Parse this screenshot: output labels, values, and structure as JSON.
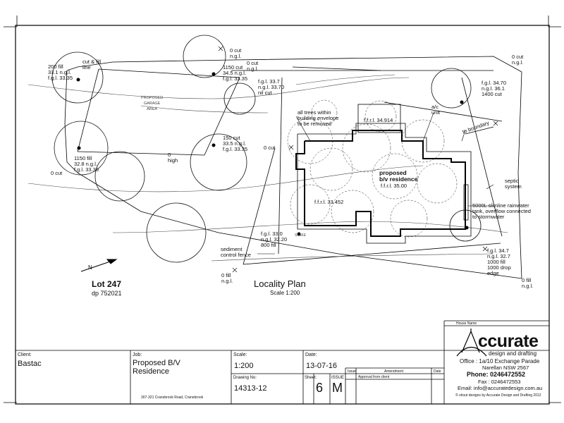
{
  "plan": {
    "title": "Locality Plan",
    "scale": "Scale 1:200",
    "lot": "Lot 247",
    "dp": "dp 752021",
    "north": "N",
    "notes": {
      "cut_fill_line": "cut & fill\nline",
      "fill_200": "200 fill\n33.1 n.g.l.\nf.g.l. 33.35",
      "cut_0_tl": "0 cut\nn.g.l.",
      "cut_1150": "1150 cut\n34.5 n.g.l.\nf.g.l. 33.35",
      "cut_0_top": "0 cut\nn.g.l.",
      "fgl_337": "f.g.l. 33.7\nn.g.l. 33.70\nnil cut",
      "cut_0_tr": "0 cut\nn.g.l.",
      "fgl_3470": "f.g.l. 34.70\nn.g.l. 36.1\n1400 cut",
      "trees_removed": "all trees within\nbuilding envelope\nto be removed",
      "ffrl_34914": "f.f.r.l. 34.914",
      "ac_unit": "a/c\nunit",
      "to_boundary": "to boundary",
      "septic": "septic\nsystem",
      "proposed_bv": "proposed\nb/v residence",
      "ffrl_35": "f.f.r.l. 35.00",
      "ffrl_33452": "f.f.r.l. 33.452",
      "tank": "5000L slimline rainwater\ntank, overflow connected\nto stormwater",
      "cut_150": "150 cut\n33.5 n.g.l.\nf.g.l. 33.35",
      "cut_0_mid": "0 cut",
      "high_0": "0\nhigh",
      "fill_1150": "1150 fill\n32.8 n.g.l.\nf.g.l. 33.35",
      "cut_0_left": "0 cut",
      "fgl_330": "f.g.l. 33.0\nn.g.l. 32.20\n800 fill",
      "fgl_347": "f.g.l. 34.7\nn.g.l. 32.7\n1000 fill\n1000 drop\nedge",
      "sediment": "sediment\ncontrol fence",
      "fill_0_bot": "0 fill\nn.g.l.",
      "fill_0_br": "0 fill\nn.g.l.",
      "garage": "PROPOSED\nGARAGE\nAREA",
      "stake": "STAKE"
    }
  },
  "title_block": {
    "client_label": "Client:",
    "client": "Bastac",
    "job_label": "Job:",
    "job": "Proposed B/V\nResidence",
    "address": "307-321 Cranebrook Road, Cranebrook",
    "scale_label": "Scale:",
    "scale": "1:200",
    "date_label": "Date:",
    "date": "13-07-16",
    "drawing_no_label": "Drawing No:",
    "drawing_no": "14313-12",
    "sheet_label": "Sheet:",
    "sheet": "6",
    "issue_label": "ISSUE",
    "issue": "M",
    "revisions_headers": [
      "Issue",
      "Amendment",
      "Date"
    ],
    "revisions": [
      {
        "issue": "",
        "amendment": "Approval from client",
        "date": ""
      }
    ],
    "house_name_label": "House Name"
  },
  "company": {
    "name": "ccurate",
    "tagline": "design and drafting",
    "office": "Office : 1a/10 Exchange Parade",
    "suburb": "Narellan NSW 2567",
    "phone": "Phone: 0246472552",
    "fax": "Fax : 0246472553",
    "email": "Email: info@accuratedesign.com.au",
    "copyright": "© shout designs by Accurate Design and Drafting 2012"
  }
}
